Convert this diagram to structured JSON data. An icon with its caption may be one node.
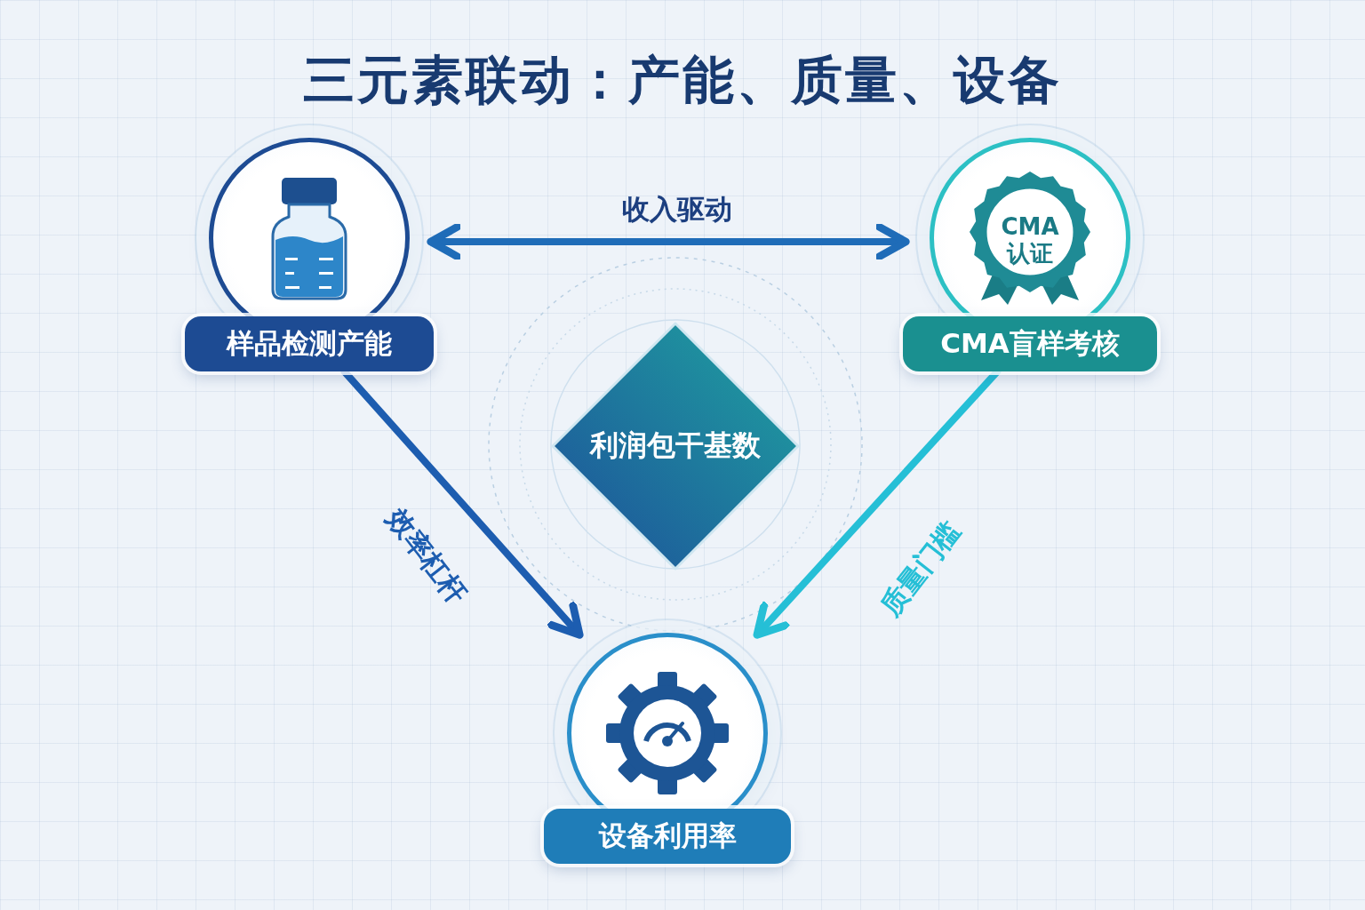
{
  "diagram": {
    "title": "三元素联动：产能、质量、设备",
    "nodes": [
      {
        "text": [
          "样品检测产能"
        ]
      },
      {
        "text": [
          "CMA认证",
          "CMA盲样考核"
        ]
      },
      {
        "text": [
          "利润包干基数"
        ]
      },
      {
        "text": [
          "设备利用率"
        ]
      }
    ],
    "edges": [
      {
        "from": 0,
        "to": 1,
        "arrow": "both",
        "label": "收入驱动",
        "color": "#1f6cb8"
      },
      {
        "from": 0,
        "to": 3,
        "arrow": "to",
        "label": "效率杠杆",
        "color": "#1d5db0"
      },
      {
        "from": 1,
        "to": 3,
        "arrow": "to",
        "label": "质量门槛",
        "color": "#25bfd6"
      }
    ]
  }
}
